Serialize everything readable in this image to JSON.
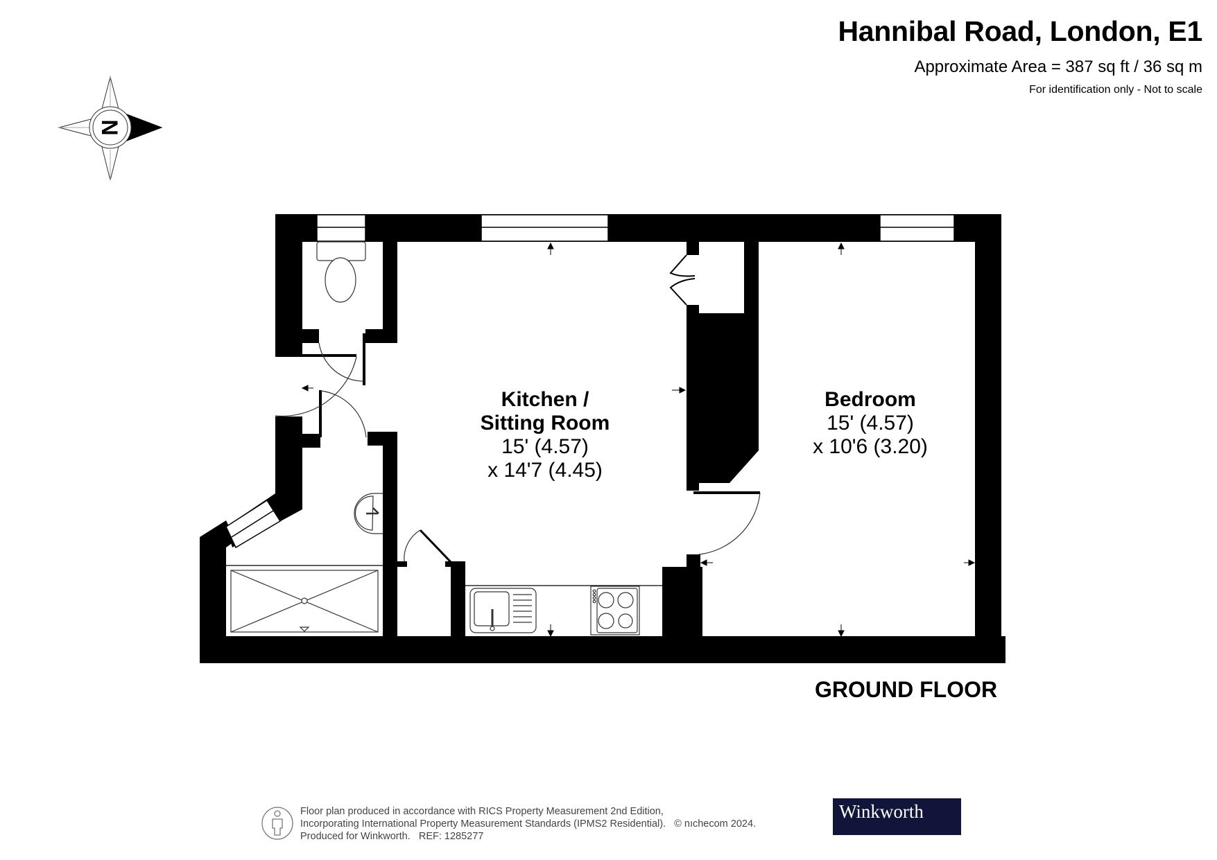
{
  "header": {
    "title": "Hannibal Road, London, E1",
    "area": "Approximate Area = 387 sq ft / 36 sq m",
    "disclaimer": "For identification only - Not to scale"
  },
  "compass": {
    "icon": "north-compass-icon",
    "letter": "N"
  },
  "floor_plan": {
    "floor_label": "GROUND FLOOR",
    "rooms": [
      {
        "name_line1": "Kitchen /",
        "name_line2": "Sitting Room",
        "dim1": "15' (4.57)",
        "dim2": "x 14'7 (4.45)"
      },
      {
        "name_line1": "Bedroom",
        "dim1": "15' (4.57)",
        "dim2": "x 10'6 (3.20)"
      }
    ],
    "fixtures": [
      "wc-icon",
      "basin-icon",
      "shower-tray-icon",
      "kitchen-sink-icon",
      "hob-icon"
    ],
    "colors": {
      "wall": "#000000",
      "background": "#ffffff"
    }
  },
  "footer": {
    "icon": "person-measure-icon",
    "line1": "Floor plan produced in accordance with RICS Property Measurement 2nd Edition,",
    "line2": "Incorporating International Property Measurement Standards (IPMS2 Residential).   © nıchecom 2024.",
    "line3": "Produced for Winkworth.   REF: 1285277",
    "logo_text": "Winkworth",
    "logo_color": "#111539"
  }
}
